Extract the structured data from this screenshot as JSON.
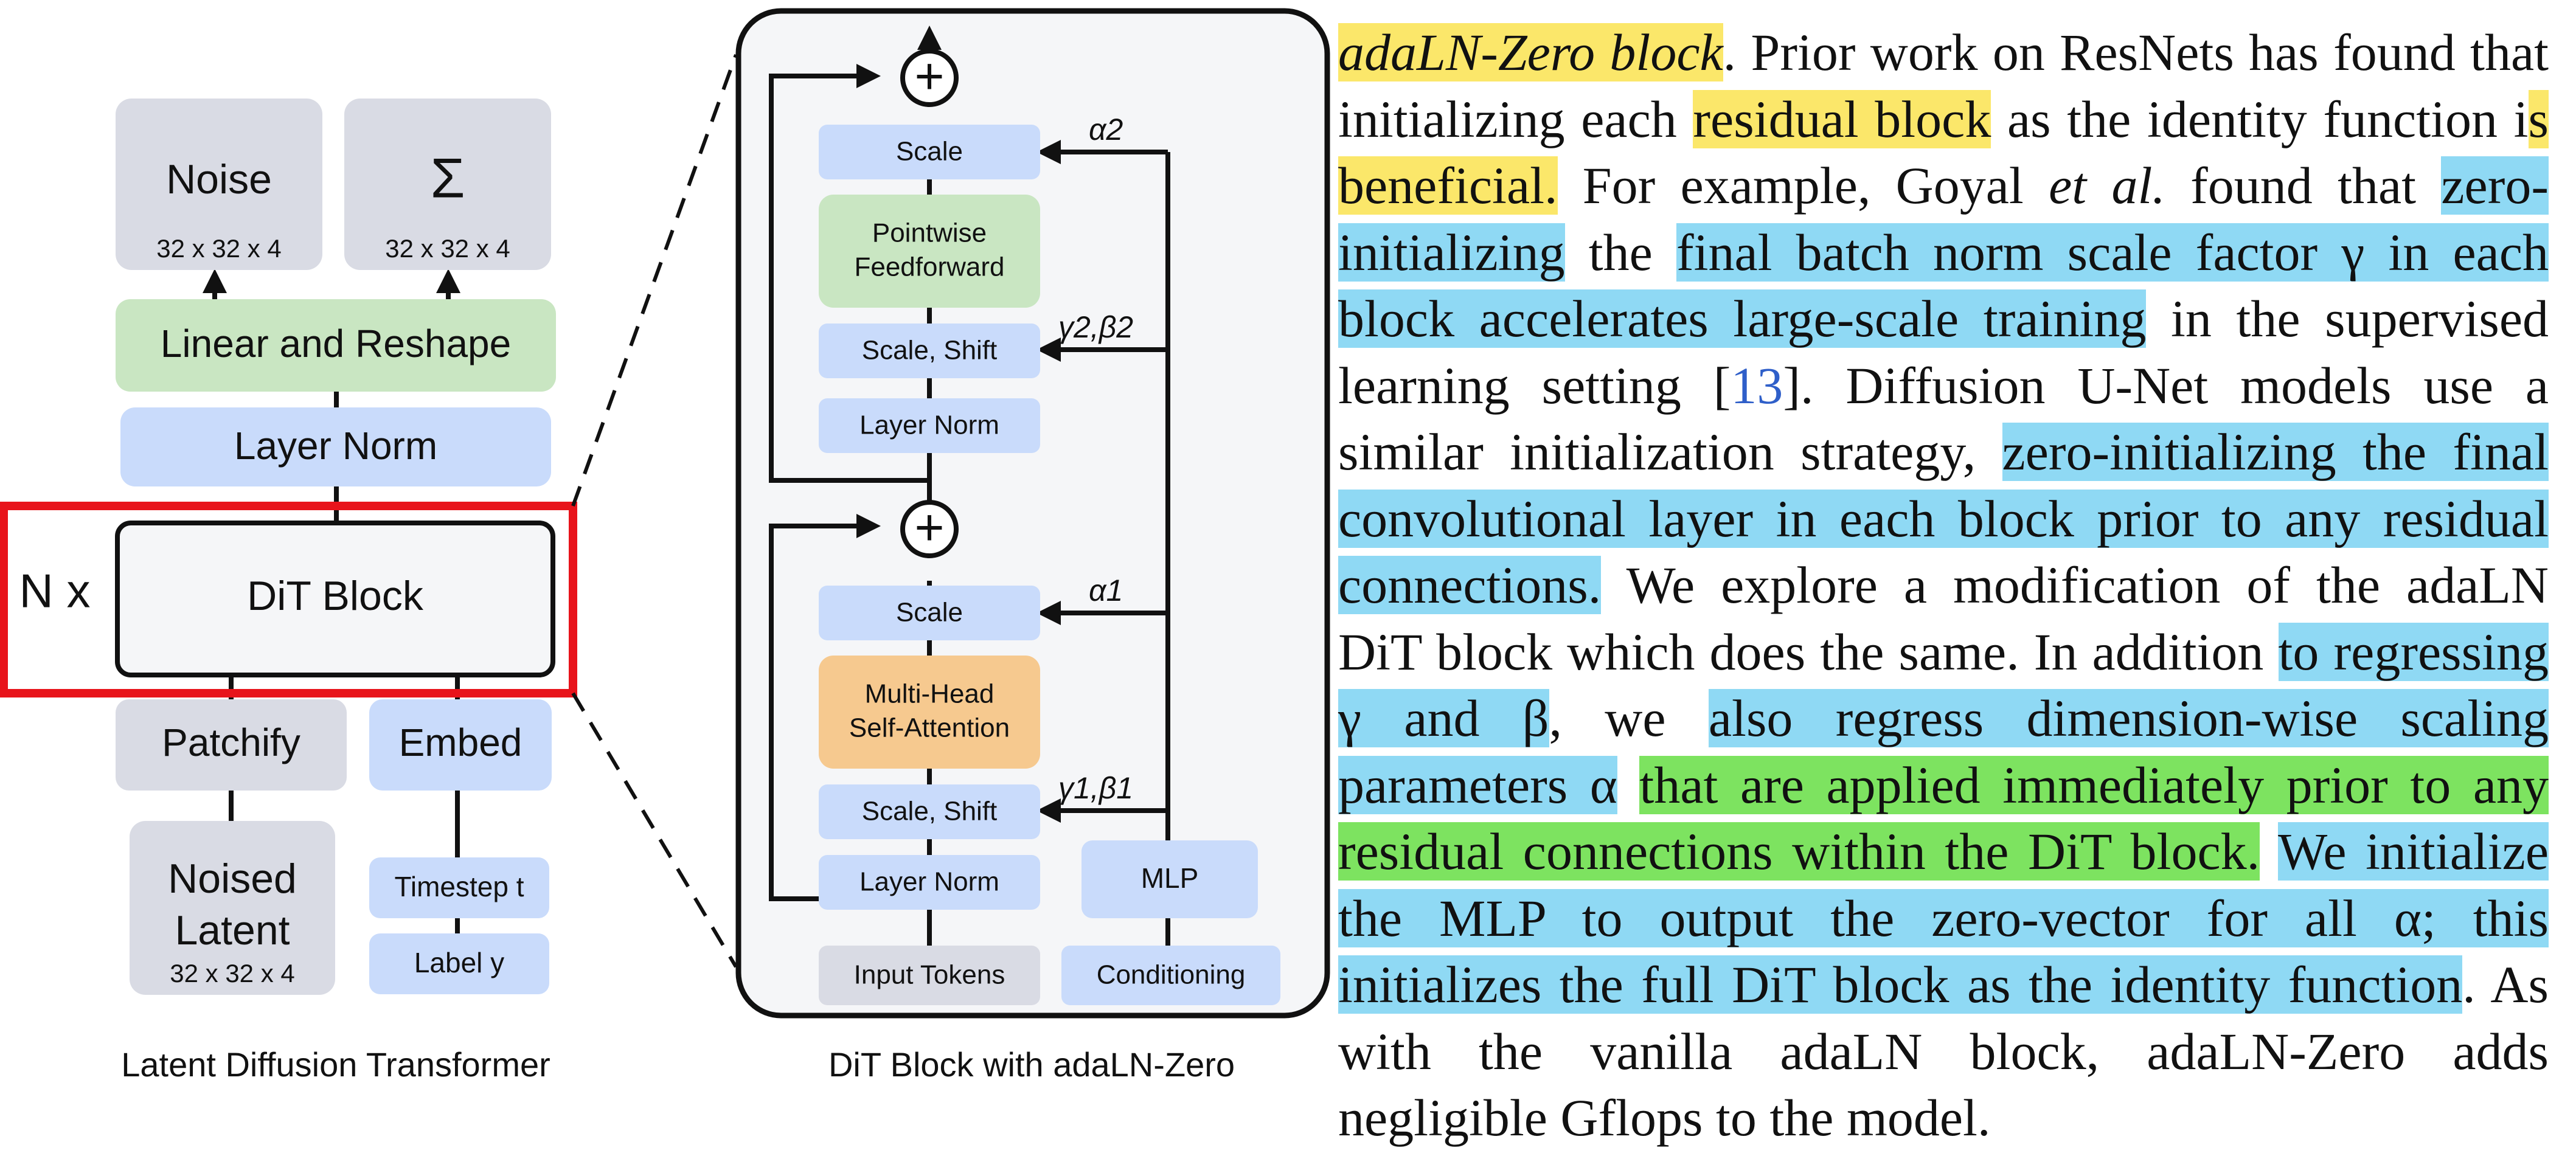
{
  "left_diagram": {
    "caption": "Latent Diffusion Transformer",
    "noise_label": "Noise",
    "noise_dim": "32 x 32 x 4",
    "sigma_label": "Σ",
    "sigma_dim": "32 x 32 x 4",
    "linear_reshape": "Linear and Reshape",
    "layer_norm": "Layer Norm",
    "repeat_label": "N x",
    "dit_block": "DiT Block",
    "patchify": "Patchify",
    "embed": "Embed",
    "noised": "Noised",
    "latent": "Latent",
    "latent_dim": "32 x 32 x 4",
    "timestep": "Timestep t",
    "label": "Label y"
  },
  "right_diagram": {
    "caption": "DiT Block with adaLN-Zero",
    "plus": "+",
    "scale": "Scale",
    "pointwise": "Pointwise",
    "feedforward": "Feedforward",
    "scale_shift": "Scale, Shift",
    "layer_norm": "Layer Norm",
    "multihead": "Multi-Head",
    "self_attention": "Self-Attention",
    "mlp": "MLP",
    "input_tokens": "Input Tokens",
    "conditioning": "Conditioning",
    "alpha2": "α2",
    "gb2": "γ2,β2",
    "alpha1": "α1",
    "gb1": "γ1,β1"
  },
  "colors": {
    "highlight_yellow": "#fbe76a",
    "highlight_blue": "#8fd9f4",
    "highlight_green": "#7de360",
    "gray_box": "#d9dbe4",
    "blue_box": "#c9dbfb",
    "green_box": "#c9e6c2",
    "orange_box": "#f6c98f",
    "red_outline": "#e8141b"
  },
  "text": {
    "s1": "adaLN-Zero block",
    "s2": ". Prior work on ResNets has found that initializing each ",
    "s3": "residual block",
    "s4": " as the identity function i",
    "s5": "s beneficial.",
    "s6": " For example, Goyal ",
    "s7": "et al.",
    "s8": " found that ",
    "s9": "zero-initializing",
    "s10": " the ",
    "s11": "final batch norm scale factor γ in each block accelerates large-scale training",
    "s12": " in the supervised learning setting [",
    "s13": "13",
    "s14": "]. Diffusion U-Net models use a similar initialization strategy, ",
    "s15": "zero-initializing the final convolutional layer in each block prior to any residual connections.",
    "s16": " We explore a modification of the adaLN DiT block which does the same. In addition ",
    "s17": "to regressing γ and β",
    "s18": ", we ",
    "s19": "also regress dimension-wise scaling parameters α",
    "s20": " ",
    "s21": "that are applied immediately prior to any residual connections within the DiT block.",
    "s22": " ",
    "s23": "We initialize the MLP to output the zero-vector for all α; this initializes the full DiT block as the identity function",
    "s24": ". As with the vanilla adaLN block, adaLN-Zero adds negligible Gflops to the model."
  }
}
